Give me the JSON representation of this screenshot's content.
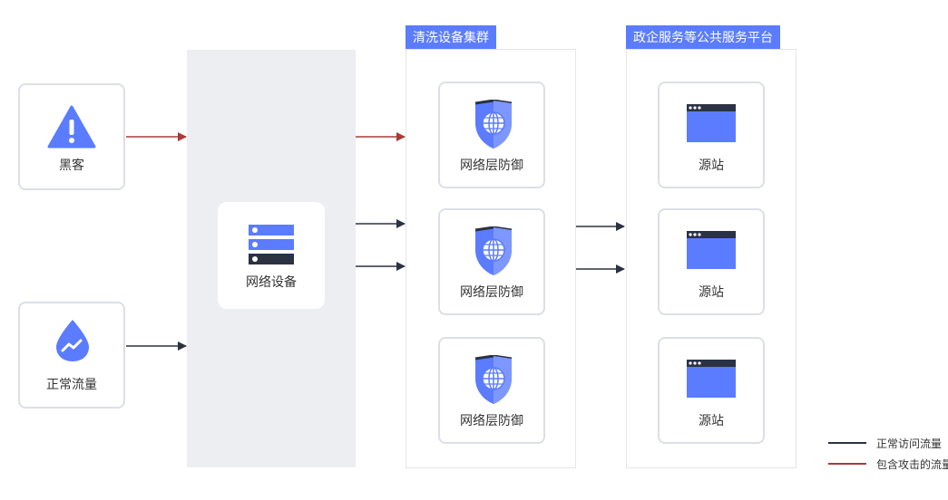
{
  "sources": [
    {
      "label": "黑客",
      "icon": "warning-icon"
    },
    {
      "label": "正常流量",
      "icon": "water-drop-trend-icon"
    }
  ],
  "network": {
    "label": "网络设备",
    "icon": "server-stack-icon"
  },
  "cleaning_cluster": {
    "title": "清洗设备集群",
    "nodes": [
      {
        "label": "网络层防御",
        "icon": "shield-globe-icon"
      },
      {
        "label": "网络层防御",
        "icon": "shield-globe-icon"
      },
      {
        "label": "网络层防御",
        "icon": "shield-globe-icon"
      }
    ]
  },
  "platform": {
    "title": "政企服务等公共服务平台",
    "nodes": [
      {
        "label": "源站",
        "icon": "browser-window-icon"
      },
      {
        "label": "源站",
        "icon": "browser-window-icon"
      },
      {
        "label": "源站",
        "icon": "browser-window-icon"
      }
    ]
  },
  "legend": [
    {
      "label": "正常访问流量",
      "color": "#2b3241"
    },
    {
      "label": "包含攻击的流量",
      "color": "#a83a3a"
    }
  ],
  "colors": {
    "accent": "#5b7cff",
    "normal": "#2b3241",
    "attack": "#a83a3a"
  }
}
